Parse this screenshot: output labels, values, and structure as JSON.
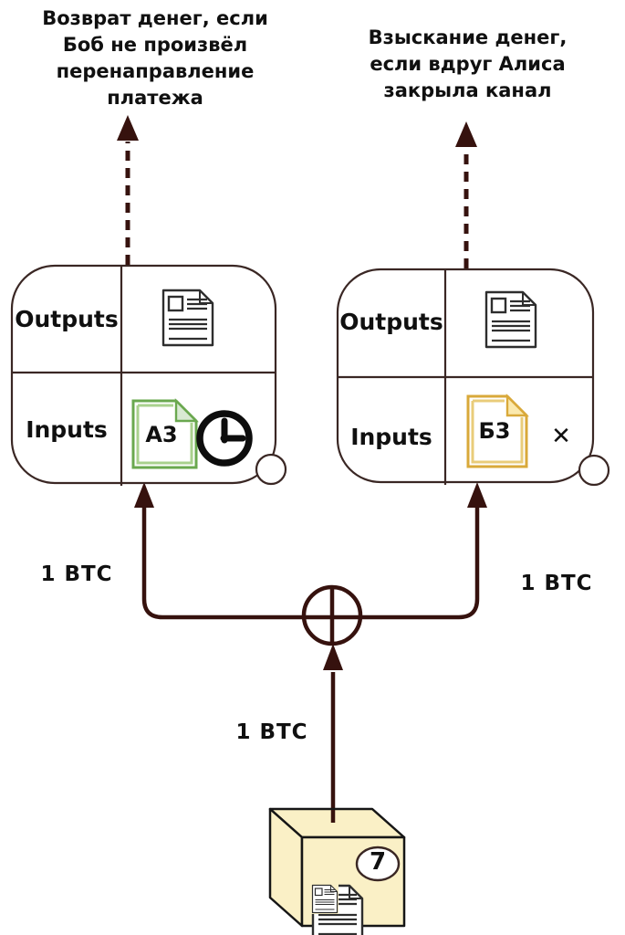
{
  "diagram": {
    "title_hint": "Lightning payment channel commitment transactions diagram",
    "notes": {
      "left": "Возврат денег, если\nБоб не произвёл\nперенаправление\nплатежа",
      "right": "Взыскание денег,\nесли вдруг Алиса\nзакрыла канал"
    },
    "left_transaction": {
      "outputs_label": "Outputs",
      "inputs_label": "Inputs",
      "input_document_label": "А3"
    },
    "right_transaction": {
      "outputs_label": "Outputs",
      "inputs_label": "Inputs",
      "input_document_label": "Б3",
      "invalid_mark": "✕"
    },
    "amounts": {
      "left_branch": "1 BTC",
      "right_branch": "1 BTC",
      "funding": "1 BTC"
    },
    "block": {
      "number": "7"
    },
    "icons": {
      "document-icon": "page with folded corner and text lines",
      "clock-icon": "timelock clock, hands at 12 and 3",
      "cross-icon": "✕",
      "circle-plus-icon": "⊕ combiner on funding wire",
      "anchor-circle": "small white circle on box corner",
      "block-cube-icon": "yellow 3D block box"
    },
    "colors": {
      "wire": "#36120e",
      "box_border": "#3a2724",
      "doc_green": "#6aa84f",
      "doc_green_fill": "#d9ead3",
      "doc_green_inner": "#a9d18e",
      "doc_gold": "#d9a93a",
      "doc_gold_fill": "#fbe9ad",
      "doc_gold_inner": "#e9cc7a",
      "block_fill": "#faf0c6",
      "ink": "#111111"
    }
  }
}
